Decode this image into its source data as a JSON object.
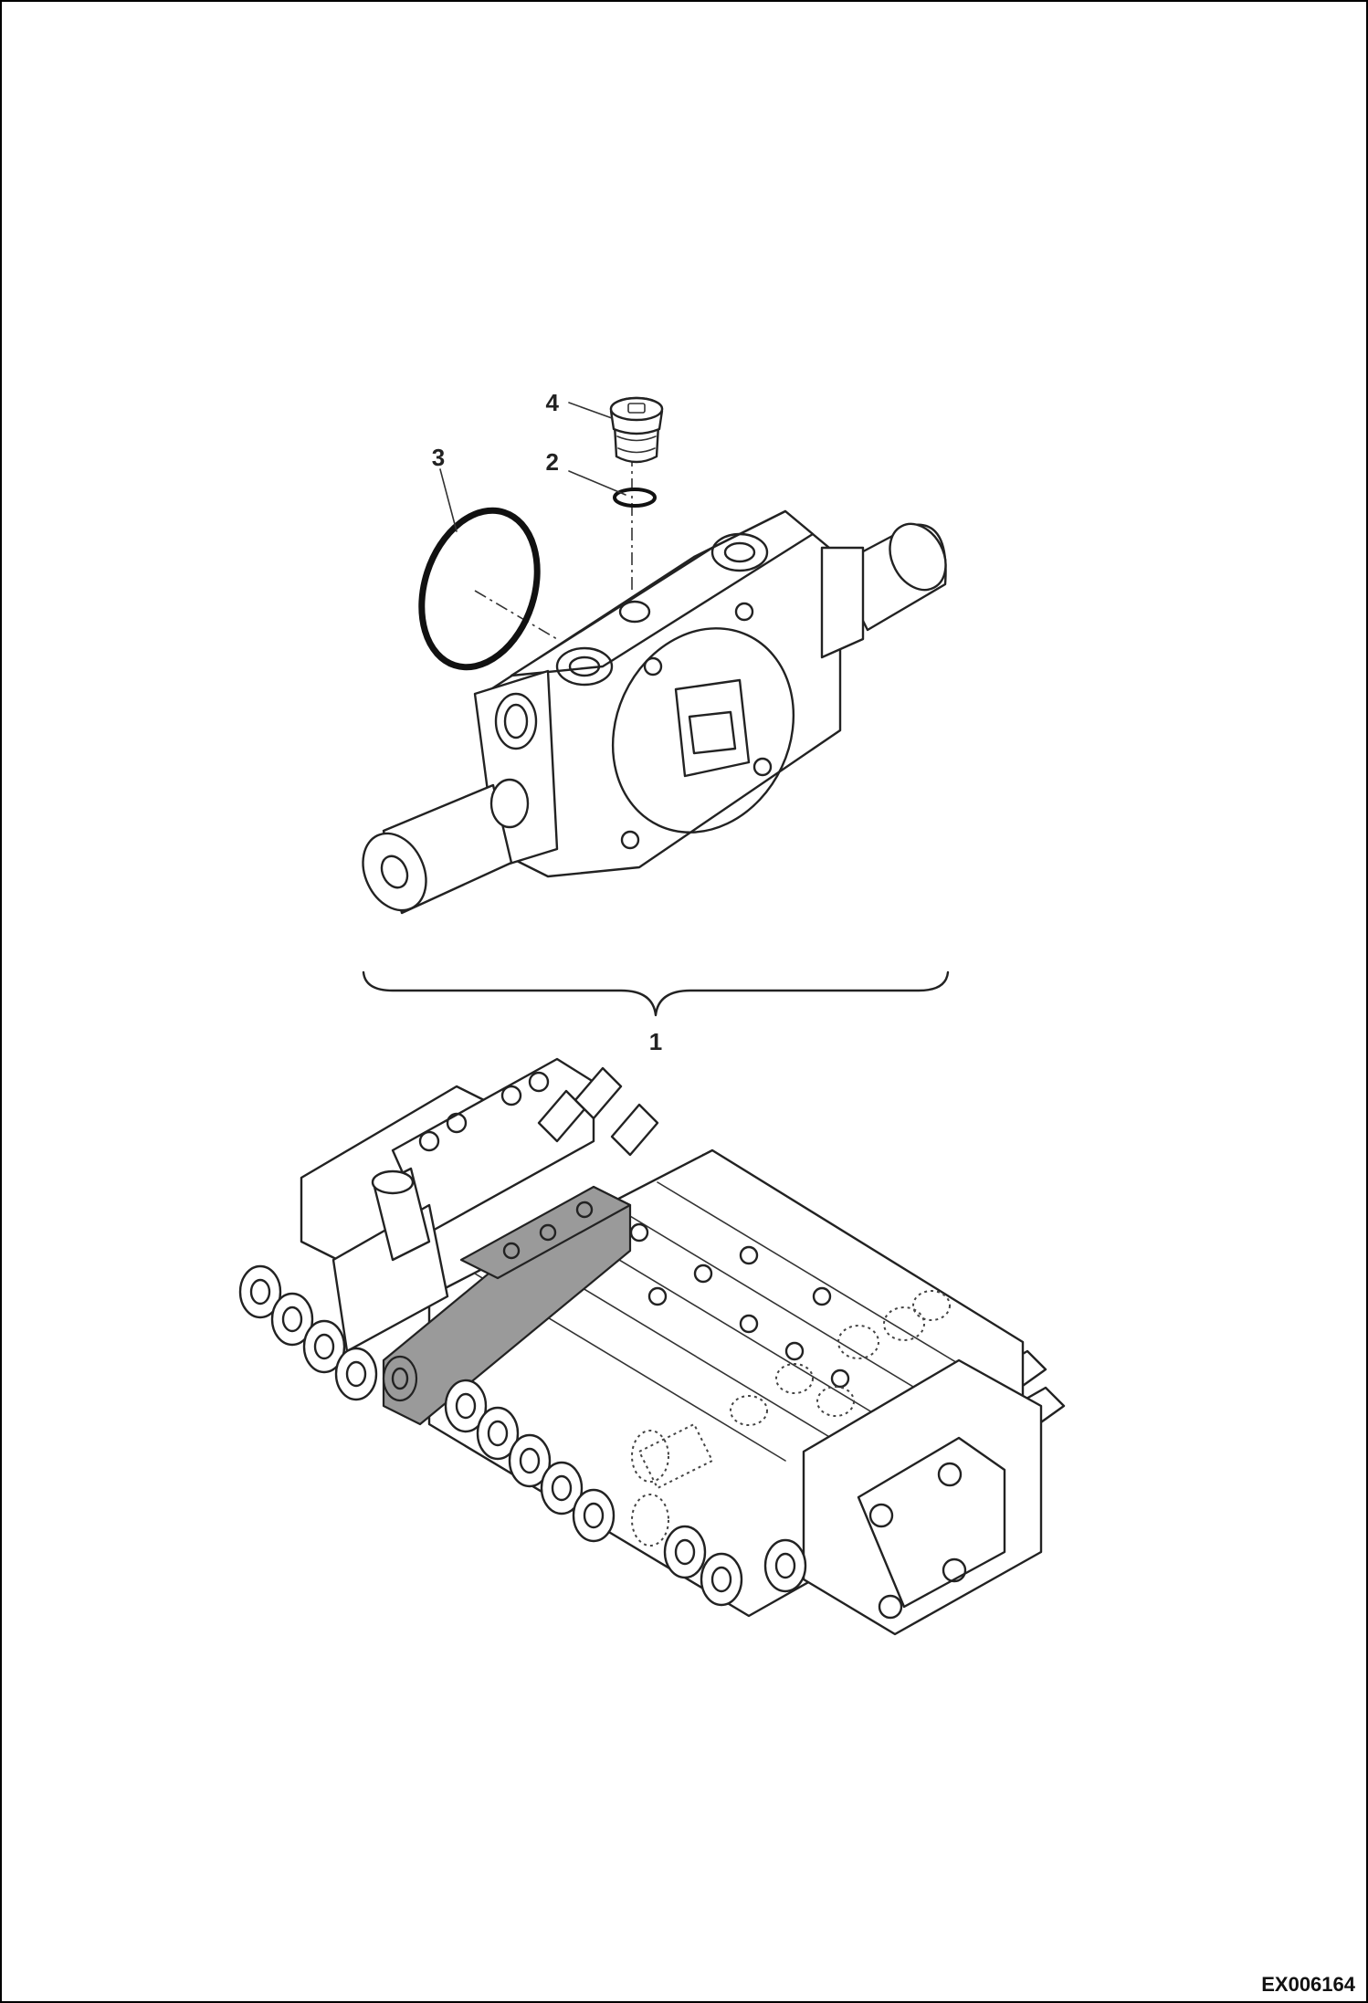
{
  "callouts": {
    "assembly": "1",
    "o_ring_small": "2",
    "o_ring_large": "3",
    "plug": "4"
  },
  "figure_id": "EX006164",
  "colors": {
    "line": "#222222",
    "highlight": "#9a9a9a",
    "background": "#ffffff"
  }
}
